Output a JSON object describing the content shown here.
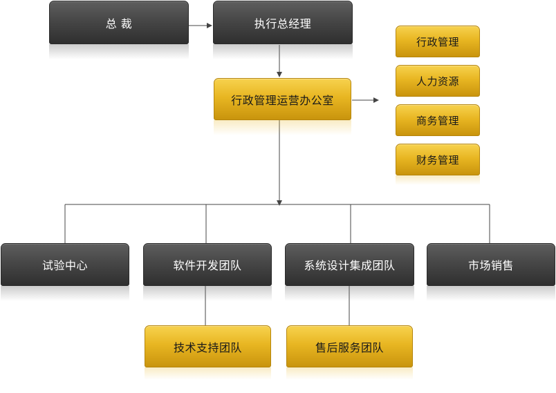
{
  "nodes": {
    "president": "总 裁",
    "ceo": "执行总经理",
    "admin_office": "行政管理运营办公室",
    "admin_mgmt": "行政管理",
    "hr": "人力资源",
    "business_mgmt": "商务管理",
    "finance_mgmt": "财务管理",
    "test_center": "试验中心",
    "software_dev": "软件开发团队",
    "system_design": "系统设计集成团队",
    "market_sales": "市场销售",
    "tech_support": "技术支持团队",
    "after_sales": "售后服务团队"
  },
  "colors": {
    "dark_node": "#3f3f3f",
    "gold_node": "#e3ae1c",
    "connector": "#444444"
  }
}
